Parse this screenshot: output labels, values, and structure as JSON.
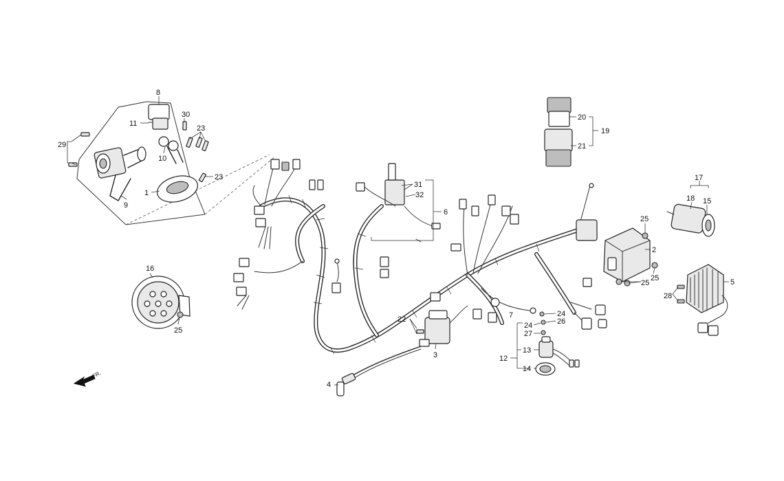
{
  "callouts": [
    {
      "id": "c1",
      "text": "1"
    },
    {
      "id": "c2",
      "text": "2"
    },
    {
      "id": "c3",
      "text": "3"
    },
    {
      "id": "c4",
      "text": "4"
    },
    {
      "id": "c5",
      "text": "5"
    },
    {
      "id": "c6",
      "text": "6"
    },
    {
      "id": "c7",
      "text": "7"
    },
    {
      "id": "c8",
      "text": "8"
    },
    {
      "id": "c9",
      "text": "9"
    },
    {
      "id": "c10",
      "text": "10"
    },
    {
      "id": "c11",
      "text": "11"
    },
    {
      "id": "c12",
      "text": "12"
    },
    {
      "id": "c13",
      "text": "13"
    },
    {
      "id": "c14",
      "text": "14"
    },
    {
      "id": "c15",
      "text": "15"
    },
    {
      "id": "c16",
      "text": "16"
    },
    {
      "id": "c17",
      "text": "17"
    },
    {
      "id": "c18",
      "text": "18"
    },
    {
      "id": "c19",
      "text": "19"
    },
    {
      "id": "c20",
      "text": "20"
    },
    {
      "id": "c21",
      "text": "21"
    },
    {
      "id": "c22",
      "text": "22"
    },
    {
      "id": "c23a",
      "text": "23"
    },
    {
      "id": "c23b",
      "text": "23"
    },
    {
      "id": "c24a",
      "text": "24"
    },
    {
      "id": "c24b",
      "text": "24"
    },
    {
      "id": "c25a",
      "text": "25"
    },
    {
      "id": "c25b",
      "text": "25"
    },
    {
      "id": "c25c",
      "text": "25"
    },
    {
      "id": "c25d",
      "text": "25"
    },
    {
      "id": "c26",
      "text": "26"
    },
    {
      "id": "c27",
      "text": "27"
    },
    {
      "id": "c28",
      "text": "28"
    },
    {
      "id": "c29",
      "text": "29"
    },
    {
      "id": "c30",
      "text": "30"
    },
    {
      "id": "c31",
      "text": "31"
    },
    {
      "id": "c32",
      "text": "32"
    }
  ],
  "direction_label": "FR."
}
